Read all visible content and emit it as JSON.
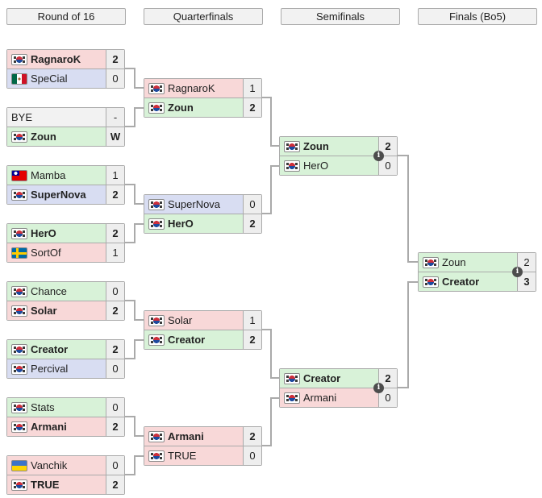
{
  "headers": [
    {
      "label": "Round of 16"
    },
    {
      "label": "Quarterfinals"
    },
    {
      "label": "Semifinals"
    },
    {
      "label": "Finals (Bo5)"
    }
  ],
  "icons": {
    "info_glyph": "i"
  },
  "colors": {
    "zerg_row": "#f8d8d8",
    "terran_row": "#d8ddf2",
    "protoss_row": "#d8f2d8",
    "bye_row": "#f2f2f2",
    "score_cell": "#eeeeee",
    "border": "#aaaaaa",
    "connector": "#aaaaaa",
    "header_bg": "#f2f2f2",
    "info_icon_bg": "#4d4d4d"
  },
  "matches": [
    {
      "id": "r16-1",
      "round": "Round of 16",
      "p1": {
        "name": "RagnaroK",
        "flag": "south-korea",
        "race": "zerg",
        "score": "2",
        "winner": true
      },
      "p2": {
        "name": "SpeCial",
        "flag": "mexico",
        "race": "terran",
        "score": "0",
        "winner": false
      }
    },
    {
      "id": "r16-2",
      "round": "Round of 16",
      "p1": {
        "name": "BYE",
        "flag": "none",
        "race": "bye",
        "score": "-",
        "winner": false
      },
      "p2": {
        "name": "Zoun",
        "flag": "south-korea",
        "race": "protoss",
        "score": "W",
        "winner": true
      }
    },
    {
      "id": "r16-3",
      "round": "Round of 16",
      "p1": {
        "name": "Mamba",
        "flag": "taiwan",
        "race": "protoss",
        "score": "1",
        "winner": false
      },
      "p2": {
        "name": "SuperNova",
        "flag": "south-korea",
        "race": "terran",
        "score": "2",
        "winner": true
      }
    },
    {
      "id": "r16-4",
      "round": "Round of 16",
      "p1": {
        "name": "HerO",
        "flag": "south-korea",
        "race": "protoss",
        "score": "2",
        "winner": true
      },
      "p2": {
        "name": "SortOf",
        "flag": "sweden",
        "race": "zerg",
        "score": "1",
        "winner": false
      }
    },
    {
      "id": "r16-5",
      "round": "Round of 16",
      "p1": {
        "name": "Chance",
        "flag": "south-korea",
        "race": "protoss",
        "score": "0",
        "winner": false
      },
      "p2": {
        "name": "Solar",
        "flag": "south-korea",
        "race": "zerg",
        "score": "2",
        "winner": true
      }
    },
    {
      "id": "r16-6",
      "round": "Round of 16",
      "p1": {
        "name": "Creator",
        "flag": "south-korea",
        "race": "protoss",
        "score": "2",
        "winner": true
      },
      "p2": {
        "name": "Percival",
        "flag": "south-korea",
        "race": "terran",
        "score": "0",
        "winner": false
      }
    },
    {
      "id": "r16-7",
      "round": "Round of 16",
      "p1": {
        "name": "Stats",
        "flag": "south-korea",
        "race": "protoss",
        "score": "0",
        "winner": false
      },
      "p2": {
        "name": "Armani",
        "flag": "south-korea",
        "race": "zerg",
        "score": "2",
        "winner": true
      }
    },
    {
      "id": "r16-8",
      "round": "Round of 16",
      "p1": {
        "name": "Vanchik",
        "flag": "ukraine",
        "race": "zerg",
        "score": "0",
        "winner": false
      },
      "p2": {
        "name": "TRUE",
        "flag": "south-korea",
        "race": "zerg",
        "score": "2",
        "winner": true
      }
    },
    {
      "id": "qf-1",
      "round": "Quarterfinals",
      "p1": {
        "name": "RagnaroK",
        "flag": "south-korea",
        "race": "zerg",
        "score": "1",
        "winner": false
      },
      "p2": {
        "name": "Zoun",
        "flag": "south-korea",
        "race": "protoss",
        "score": "2",
        "winner": true
      }
    },
    {
      "id": "qf-2",
      "round": "Quarterfinals",
      "p1": {
        "name": "SuperNova",
        "flag": "south-korea",
        "race": "terran",
        "score": "0",
        "winner": false
      },
      "p2": {
        "name": "HerO",
        "flag": "south-korea",
        "race": "protoss",
        "score": "2",
        "winner": true
      }
    },
    {
      "id": "qf-3",
      "round": "Quarterfinals",
      "p1": {
        "name": "Solar",
        "flag": "south-korea",
        "race": "zerg",
        "score": "1",
        "winner": false
      },
      "p2": {
        "name": "Creator",
        "flag": "south-korea",
        "race": "protoss",
        "score": "2",
        "winner": true
      }
    },
    {
      "id": "qf-4",
      "round": "Quarterfinals",
      "p1": {
        "name": "Armani",
        "flag": "south-korea",
        "race": "zerg",
        "score": "2",
        "winner": true
      },
      "p2": {
        "name": "TRUE",
        "flag": "south-korea",
        "race": "zerg",
        "score": "0",
        "winner": false
      }
    },
    {
      "id": "sf-1",
      "round": "Semifinals",
      "has_info_icon": true,
      "p1": {
        "name": "Zoun",
        "flag": "south-korea",
        "race": "protoss",
        "score": "2",
        "winner": true
      },
      "p2": {
        "name": "HerO",
        "flag": "south-korea",
        "race": "protoss",
        "score": "0",
        "winner": false
      }
    },
    {
      "id": "sf-2",
      "round": "Semifinals",
      "has_info_icon": true,
      "p1": {
        "name": "Creator",
        "flag": "south-korea",
        "race": "protoss",
        "score": "2",
        "winner": true
      },
      "p2": {
        "name": "Armani",
        "flag": "south-korea",
        "race": "zerg",
        "score": "0",
        "winner": false
      }
    },
    {
      "id": "final",
      "round": "Finals (Bo5)",
      "has_info_icon": true,
      "p1": {
        "name": "Zoun",
        "flag": "south-korea",
        "race": "protoss",
        "score": "2",
        "winner": false
      },
      "p2": {
        "name": "Creator",
        "flag": "south-korea",
        "race": "protoss",
        "score": "3",
        "winner": true
      }
    }
  ],
  "bracket_links": [
    {
      "from": "r16-1",
      "to": "qf-1",
      "slot": 1
    },
    {
      "from": "r16-2",
      "to": "qf-1",
      "slot": 2
    },
    {
      "from": "r16-3",
      "to": "qf-2",
      "slot": 1
    },
    {
      "from": "r16-4",
      "to": "qf-2",
      "slot": 2
    },
    {
      "from": "r16-5",
      "to": "qf-3",
      "slot": 1
    },
    {
      "from": "r16-6",
      "to": "qf-3",
      "slot": 2
    },
    {
      "from": "r16-7",
      "to": "qf-4",
      "slot": 1
    },
    {
      "from": "r16-8",
      "to": "qf-4",
      "slot": 2
    },
    {
      "from": "qf-1",
      "to": "sf-1",
      "slot": 1
    },
    {
      "from": "qf-2",
      "to": "sf-1",
      "slot": 2
    },
    {
      "from": "qf-3",
      "to": "sf-2",
      "slot": 1
    },
    {
      "from": "qf-4",
      "to": "sf-2",
      "slot": 2
    },
    {
      "from": "sf-1",
      "to": "final",
      "slot": 1
    },
    {
      "from": "sf-2",
      "to": "final",
      "slot": 2
    }
  ]
}
